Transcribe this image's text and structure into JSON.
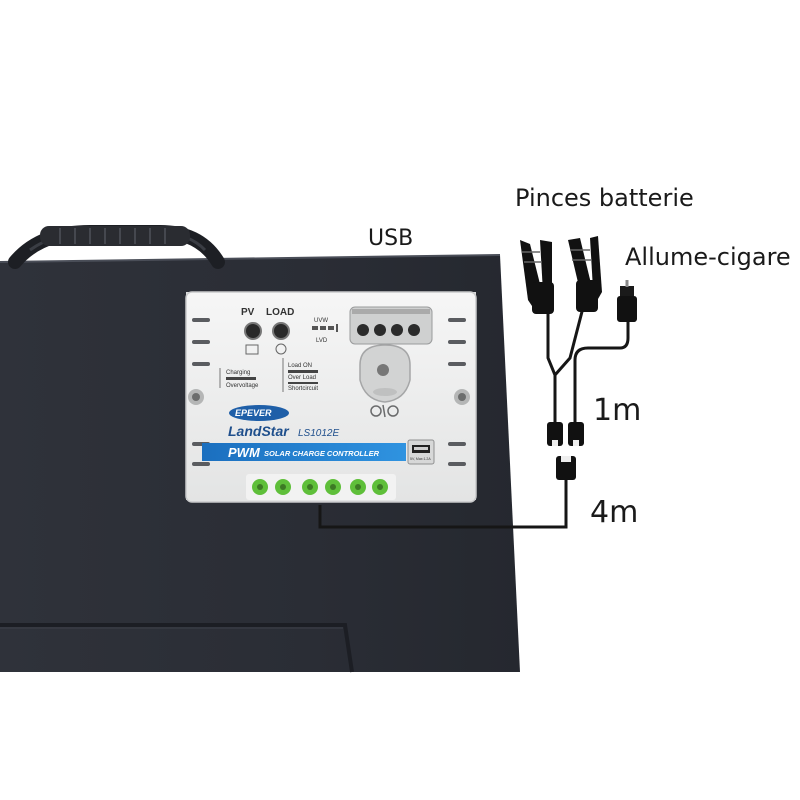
{
  "labels": {
    "usb": "USB",
    "battery_clips": "Pinces batterie",
    "cigarette_lighter": "Allume-cigare",
    "cable_short": "1m",
    "cable_long": "4m"
  },
  "controller": {
    "pv": "PV",
    "load": "LOAD",
    "uvw": "UVW",
    "lvd": "LVD",
    "charging": "Charging",
    "overvoltage": "Overvoltage",
    "load_on": "Load ON",
    "over_load": "Over Load",
    "short_circuit": "Shortcircuit",
    "brand": "EPEVER",
    "model_name": "LandStar",
    "model_number": "LS1012E",
    "pwm": "PWM",
    "product_type": "SOLAR CHARGE CONTROLLER",
    "usb_spec": "5V, Max:1.2A"
  },
  "colors": {
    "panel": "#2d3038",
    "controller_body": "#eeefef",
    "banner_blue": "#1f7fd0",
    "terminal_green": "#5fbf3a",
    "cable": "#161616"
  }
}
